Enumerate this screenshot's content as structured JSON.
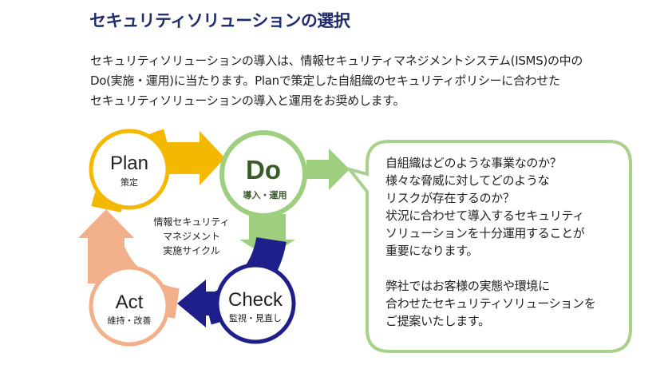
{
  "page": {
    "title": "セキュリティソリューションの選択",
    "intro_lines": [
      "セキュリティソリューションの導入は、情報セキュリティマネジメントシステム(ISMS)の中の",
      "Do(実施・運用)に当たります。Planで策定した自組織のセキュリティポリシーに合わせた",
      "セキュリティソリューションの導入と運用をお奨めします。"
    ]
  },
  "cycle": {
    "center_lines": [
      "情報セキュリティ",
      "マネジメント",
      "実施サイクル"
    ],
    "phases": {
      "plan": {
        "label": "Plan",
        "sub": "策定"
      },
      "do": {
        "label": "Do",
        "sub": "導入・運用"
      },
      "check": {
        "label": "Check",
        "sub": "監視・見直し"
      },
      "act": {
        "label": "Act",
        "sub": "維持・改善"
      }
    },
    "colors": {
      "plan": "#f5b800",
      "do": "#9ecf7e",
      "check": "#1f1f8c",
      "act": "#f1b089",
      "do_text": "#3a5a2a",
      "title": "#1f2d6e"
    }
  },
  "bubble": {
    "block1": [
      "自組織はどのような事業なのか？",
      "様々な脅威に対してどのような",
      "リスクが存在するのか？",
      "状況に合わせて導入するセキュリティ",
      "ソリューションを十分運用することが",
      "重要になります。"
    ],
    "block2": [
      "弊社ではお客様の実態や環境に",
      "合わせたセキュリティソリューションを",
      "ご提案いたします。"
    ]
  }
}
